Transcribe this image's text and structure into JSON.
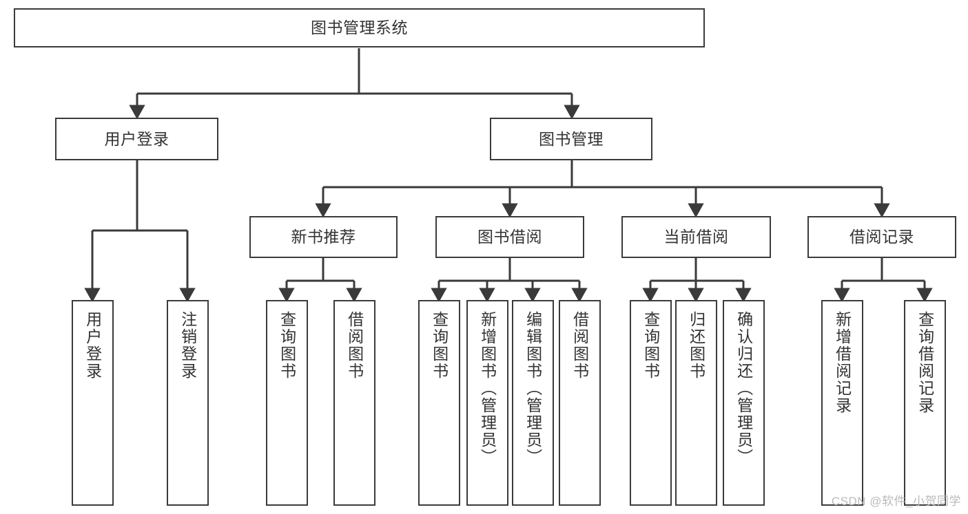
{
  "diagram": {
    "type": "tree",
    "title": "图书管理系统",
    "colors": {
      "box_border": "#3a3a3a",
      "box_fill": "#ffffff",
      "text": "#333333",
      "connector": "#3a3a3a",
      "watermark": "#b9b9b9",
      "background": "#ffffff"
    },
    "root": {
      "label": "图书管理系统"
    },
    "level2": [
      {
        "label": "用户登录"
      },
      {
        "label": "图书管理"
      }
    ],
    "level3": [
      {
        "label": "新书推荐"
      },
      {
        "label": "图书借阅"
      },
      {
        "label": "当前借阅"
      },
      {
        "label": "借阅记录"
      }
    ],
    "leaves": {
      "user_login": [
        {
          "label": "用户登录"
        },
        {
          "label": "注销登录"
        }
      ],
      "new_book_recommend": [
        {
          "label": "查询图书"
        },
        {
          "label": "借阅图书"
        }
      ],
      "book_borrow": [
        {
          "label": "查询图书"
        },
        {
          "label": "新增图书（管理员）"
        },
        {
          "label": "编辑图书（管理员）"
        },
        {
          "label": "借阅图书"
        }
      ],
      "current_borrow": [
        {
          "label": "查询图书"
        },
        {
          "label": "归还图书"
        },
        {
          "label": "确认归还（管理员）"
        }
      ],
      "borrow_record": [
        {
          "label": "新增借阅记录"
        },
        {
          "label": "查询借阅记录"
        }
      ]
    }
  },
  "watermark": {
    "text": "CSDN @软件_小贺同学"
  }
}
